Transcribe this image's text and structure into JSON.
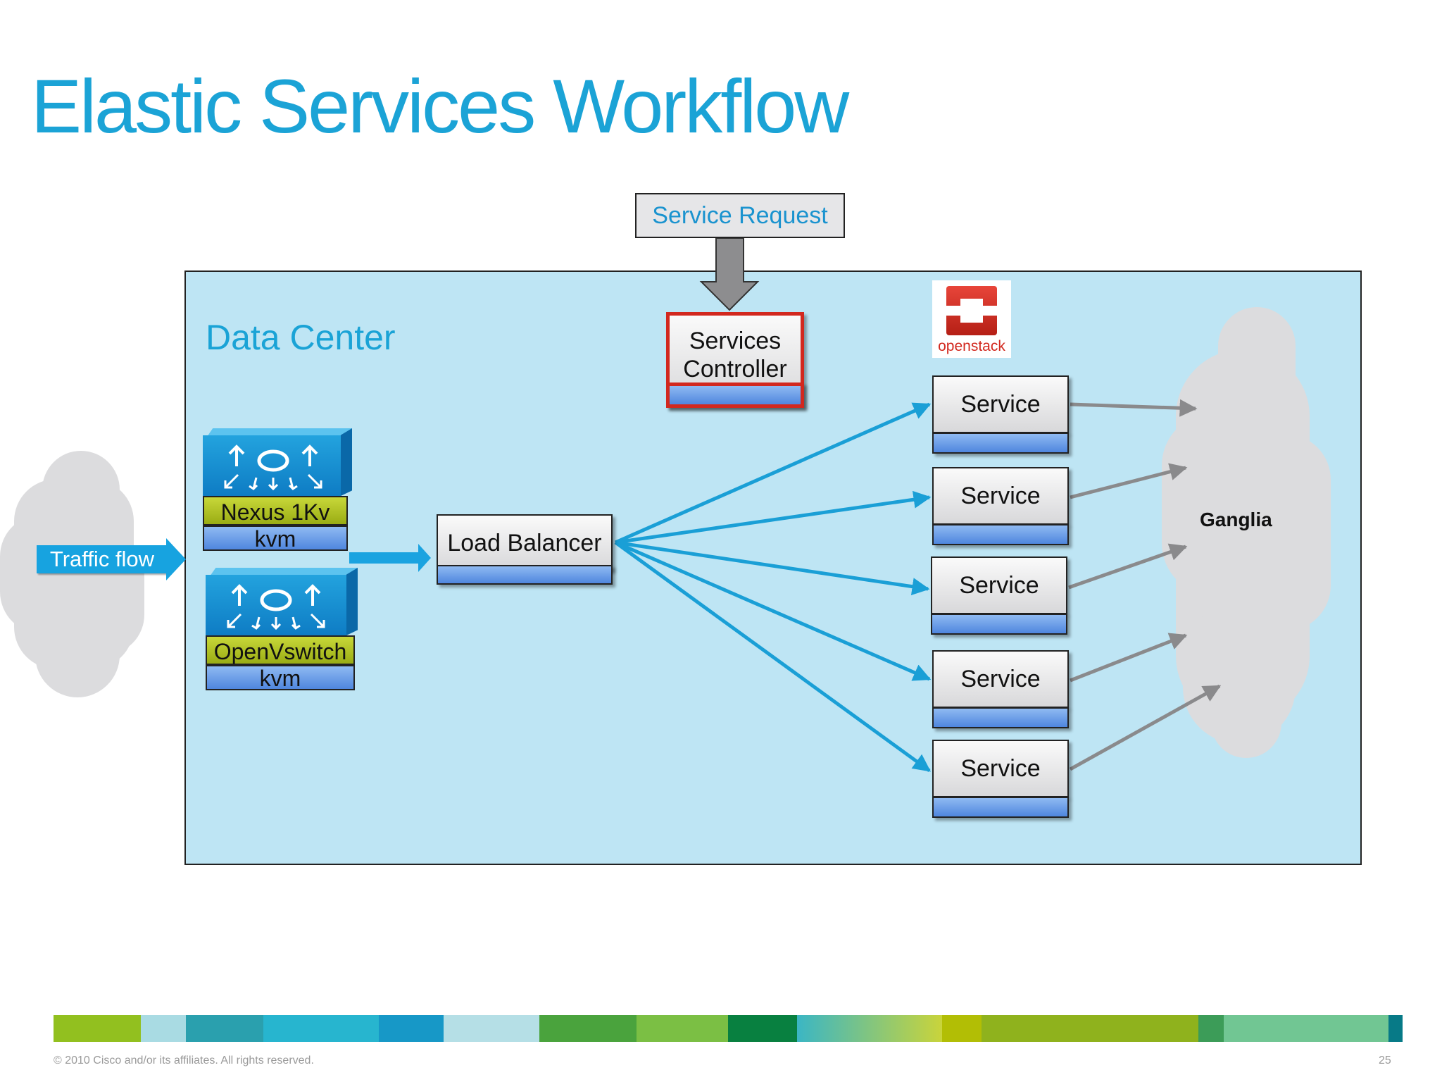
{
  "slide": {
    "title": "Elastic Services Workflow",
    "page_number": "25",
    "copyright": "© 2010 Cisco and/or its affiliates. All rights reserved."
  },
  "diagram": {
    "data_center_label": "Data Center",
    "service_request_label": "Service Request",
    "controller_label_line1": "Services",
    "controller_label_line2": "Controller",
    "load_balancer_label": "Load Balancer",
    "traffic_flow_label": "Traffic flow",
    "switch1_name": "Nexus 1Kv",
    "switch1_host": "kvm",
    "switch2_name": "OpenVswitch",
    "switch2_host": "kvm",
    "openstack_logo_text": "openstack",
    "monitoring_label": "Ganglia",
    "services": [
      "Service",
      "Service",
      "Service",
      "Service",
      "Service"
    ]
  },
  "colors": {
    "title": "#1ba3d6",
    "data_center_fill": "#bee5f4",
    "flow_arrow": "#1a9fd6",
    "monitor_arrow": "#8a8a8c",
    "controller_border": "#d2281e",
    "openstack_red": "#d2281e",
    "footer_stripes": [
      "#92c01f",
      "#a9dbe3",
      "#2aa0ae",
      "#27b5cf",
      "#1798c7",
      "#b5dfe6",
      "#4aa33d",
      "#7bbf44",
      "#088040",
      "#3bb6c4",
      "#c9d43b",
      "#b2be05",
      "#8fb21d",
      "#3c9c58",
      "#71c693",
      "#077a87"
    ]
  }
}
